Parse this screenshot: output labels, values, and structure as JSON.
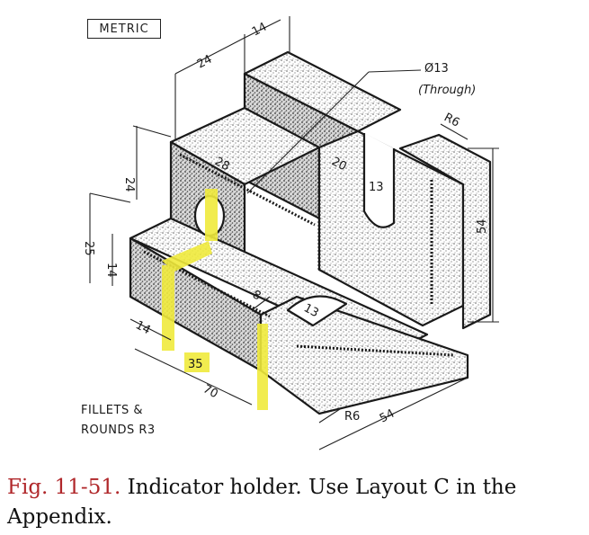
{
  "figure": {
    "metric_label": "METRIC",
    "notes": {
      "line1": "FILLETS &",
      "line2": "ROUNDS R3"
    },
    "dimensions": {
      "d14_top": "14",
      "d24_top": "24",
      "hole_dia": "Ø13",
      "hole_note": "(Through)",
      "r6_top": "R6",
      "d20": "20",
      "d13_slot": "13",
      "d28": "28",
      "d24_left": "24",
      "d25": "25",
      "d14_left": "14",
      "d54_right": "54",
      "d8": "8",
      "d13_front": "13",
      "d14_front": "14",
      "d35": "35",
      "d70": "70",
      "r6_bottom": "R6",
      "d54_bottom": "54"
    },
    "colors": {
      "highlight": "#f0ea3c",
      "caption_number": "#b0272a"
    }
  },
  "caption": {
    "number": "Fig. 11-51.",
    "text": "Indicator holder. Use Layout C in the Appendix."
  }
}
